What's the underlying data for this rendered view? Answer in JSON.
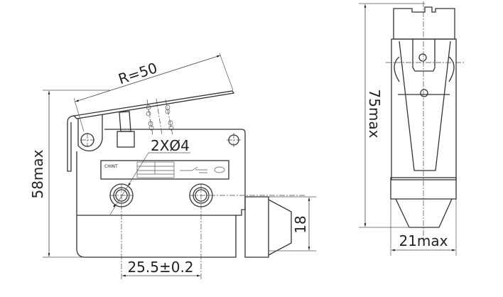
{
  "drawing": {
    "logo": "CHINT",
    "dimensions": {
      "radius": "R=50",
      "holes": "2XØ4",
      "height": "58max",
      "hole_spacing": "25.5±0.2",
      "plunger_height": "18",
      "side_height": "75max",
      "side_width": "21max"
    },
    "colors": {
      "line": "#333333",
      "background": "#ffffff"
    }
  }
}
